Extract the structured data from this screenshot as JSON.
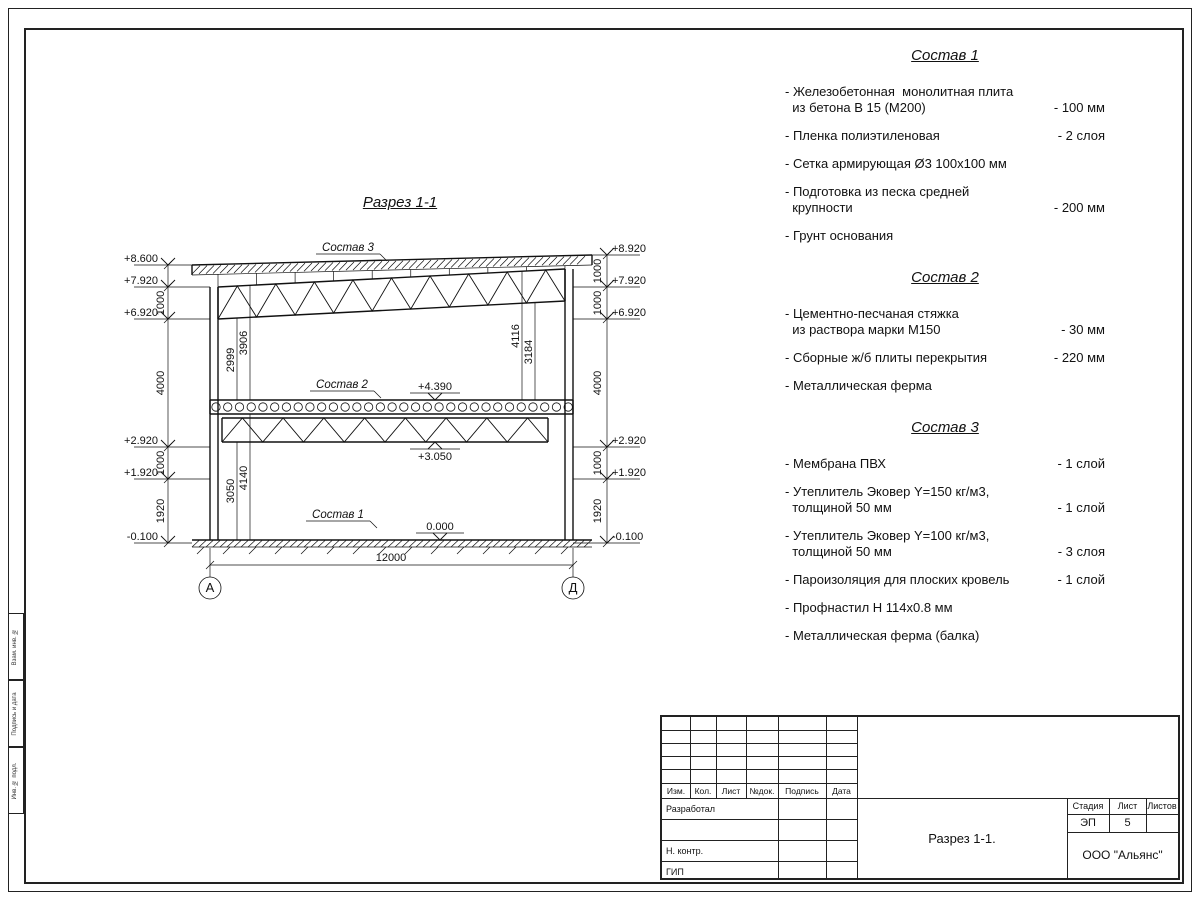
{
  "drawing": {
    "title": "Разрез 1-1",
    "sostav1_label": "Состав 1",
    "sostav2_label": "Состав 2",
    "sostav3_label": "Состав 3",
    "level_4390": "+4.390",
    "level_3050": "+3.050",
    "level_0000": "0.000",
    "marks_left": [
      "+8.600",
      "+7.920",
      "+6.920",
      "+2.920",
      "+1.920",
      "-0.100"
    ],
    "marks_right": [
      "+8.920",
      "+7.920",
      "+6.920",
      "+2.920",
      "+1.920",
      "-0.100"
    ],
    "dims_left": [
      "1000",
      "4000",
      "1000",
      "1920"
    ],
    "dims_right": [
      "1000",
      "1000",
      "4000",
      "1000",
      "1920"
    ],
    "dims_inner": [
      "2999",
      "3906",
      "4116",
      "3184",
      "3050",
      "4140"
    ],
    "dim_total": "12000",
    "axis_left": "А",
    "axis_right": "Д"
  },
  "specs": [
    {
      "title": "Состав 1",
      "items": [
        {
          "text": "- Железобетонная  монолитная плита\n  из бетона В 15 (М200)",
          "value": "- 100 мм"
        },
        {
          "text": "- Пленка полиэтиленовая",
          "value": "- 2 слоя"
        },
        {
          "text": "- Сетка армирующая Ø3 100х100 мм",
          "value": ""
        },
        {
          "text": "- Подготовка из песка средней\n  крупности",
          "value": "- 200 мм"
        },
        {
          "text": "- Грунт основания",
          "value": ""
        }
      ]
    },
    {
      "title": "Состав 2",
      "items": [
        {
          "text": "- Цементно-песчаная стяжка\n  из раствора марки М150",
          "value": "- 30 мм"
        },
        {
          "text": "- Сборные ж/б плиты перекрытия",
          "value": "- 220 мм"
        },
        {
          "text": "- Металлическая ферма",
          "value": ""
        }
      ]
    },
    {
      "title": "Состав 3",
      "items": [
        {
          "text": "- Мембрана ПВХ",
          "value": "- 1 слой"
        },
        {
          "text": "- Утеплитель Эковер Y=150 кг/м3,\n  толщиной 50 мм",
          "value": "- 1 слой"
        },
        {
          "text": "- Утеплитель Эковер Y=100 кг/м3,\n  толщиной 50 мм",
          "value": "- 3 слоя"
        },
        {
          "text": "- Пароизоляция для плоских кровель",
          "value": "- 1 слой"
        },
        {
          "text": "- Профнастил Н 114х0.8 мм",
          "value": ""
        },
        {
          "text": "- Металлическая ферма (балка)",
          "value": ""
        }
      ]
    }
  ],
  "titleblock": {
    "col_izm": "Изм.",
    "col_kol": "Кол.",
    "col_list": "Лист",
    "col_ndok": "№док.",
    "col_podpis": "Подпись",
    "col_data": "Дата",
    "row_razrabotal": "Разработал",
    "row_nkontr": "Н. контр.",
    "row_gip": "ГИП",
    "doc_name": "Разрез  1-1.",
    "stage_label": "Стадия",
    "sheet_label": "Лист",
    "sheets_label": "Листов",
    "stage_value": "ЭП",
    "sheet_value": "5",
    "sheets_value": "",
    "org": "ООО \"Альянс\""
  },
  "side_stamp": {
    "labels": [
      "Взам. инв. №",
      "Подпись и дата",
      "Инв. № подл."
    ]
  }
}
